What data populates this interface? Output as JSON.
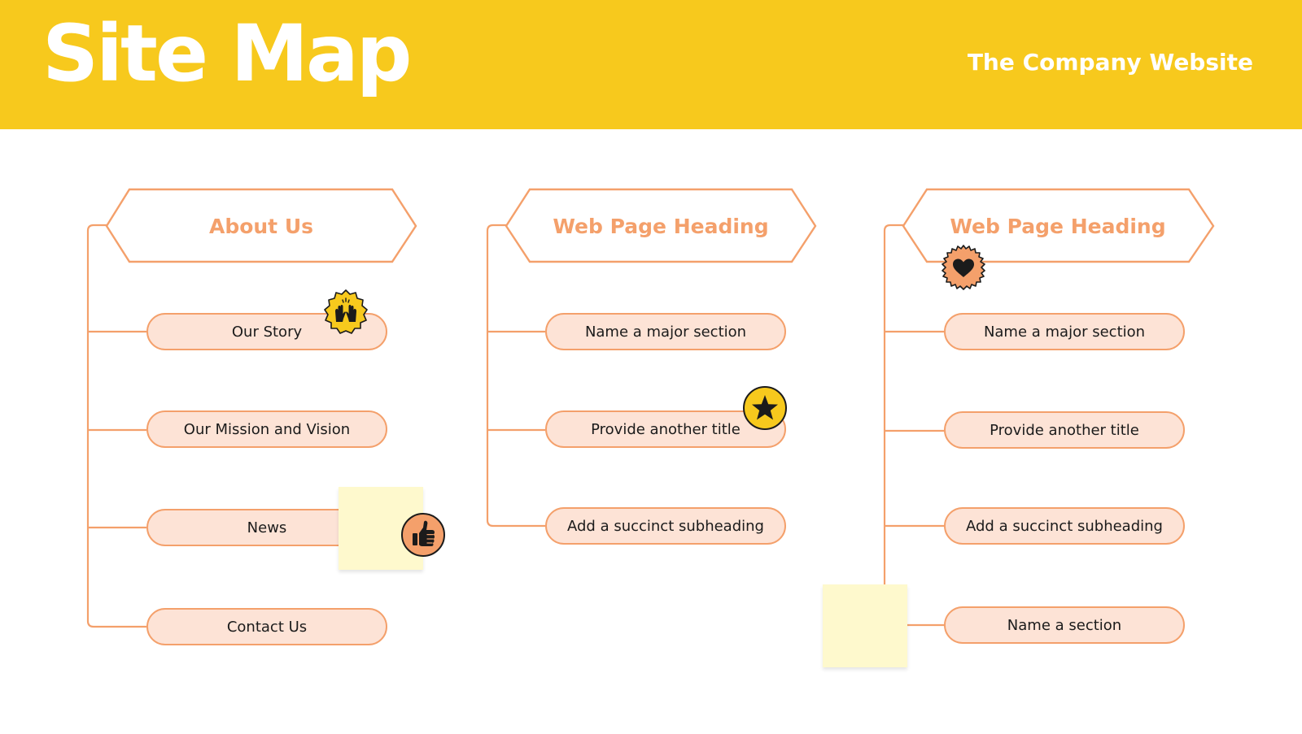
{
  "header": {
    "title": "Site Map",
    "subtitle": "The Company Website"
  },
  "columns": [
    {
      "heading": "About Us",
      "items": [
        "Our Story",
        "Our Mission and Vision",
        "News",
        "Contact Us"
      ]
    },
    {
      "heading": "Web Page Heading",
      "items": [
        "Name a major section",
        "Provide another title",
        "Add a succinct subheading"
      ]
    },
    {
      "heading": "Web Page Heading",
      "items": [
        "Name a major section",
        "Provide another title",
        "Add a succinct subheading",
        "Name a section"
      ]
    }
  ],
  "stickers": [
    "raised-hands-icon",
    "star-icon",
    "heart-icon",
    "thumbs-up-icon"
  ],
  "colors": {
    "banner": "#F7C91D",
    "accent": "#F4A06B",
    "pill_fill": "#FDE3D6",
    "note_fill": "#FEF9CD",
    "sticker_yellow": "#F7C91D",
    "sticker_orange": "#F4A06B"
  }
}
